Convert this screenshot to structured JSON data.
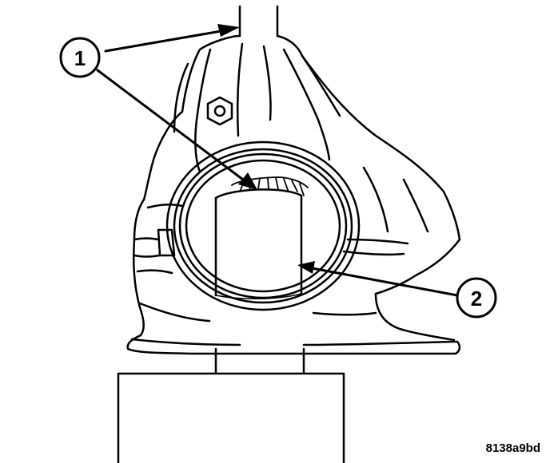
{
  "figure": {
    "id_code": "8138a9bd"
  },
  "callouts": [
    {
      "label": "1"
    },
    {
      "label": "2"
    }
  ]
}
